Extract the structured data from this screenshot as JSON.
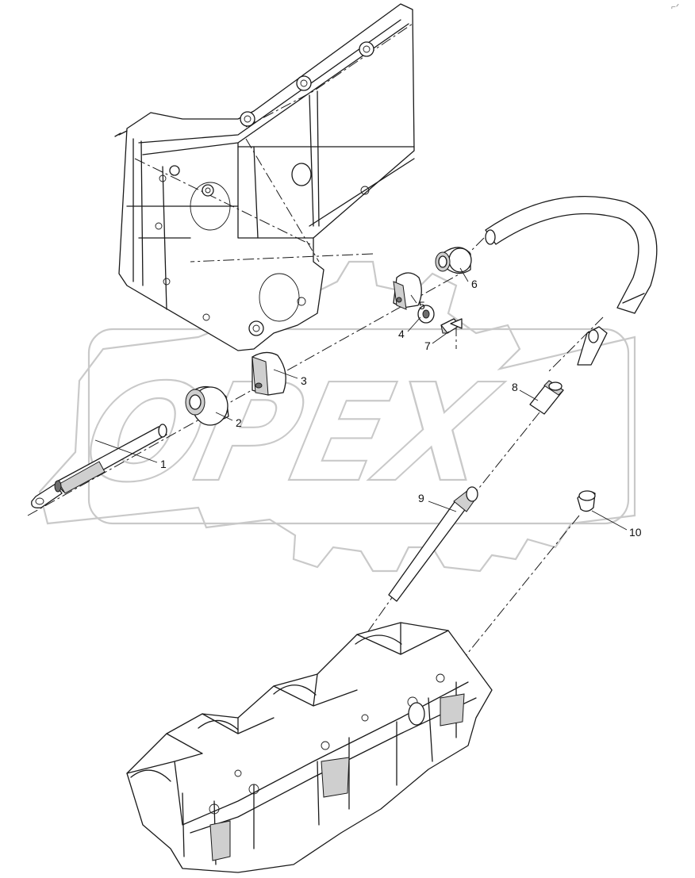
{
  "watermark": {
    "text": "OPEX"
  },
  "corner_mark": "⌐ᐟ",
  "callouts": [
    {
      "id": "1",
      "label": "1"
    },
    {
      "id": "2",
      "label": "2"
    },
    {
      "id": "3",
      "label": "3"
    },
    {
      "id": "4",
      "label": "4"
    },
    {
      "id": "5",
      "label": "5"
    },
    {
      "id": "6",
      "label": "6"
    },
    {
      "id": "7",
      "label": "7"
    },
    {
      "id": "8",
      "label": "8"
    },
    {
      "id": "9",
      "label": "9"
    },
    {
      "id": "10",
      "label": "10"
    }
  ],
  "colors": {
    "line": "#1a1a1a",
    "watermark": "#c9c9c9",
    "background": "#ffffff"
  }
}
